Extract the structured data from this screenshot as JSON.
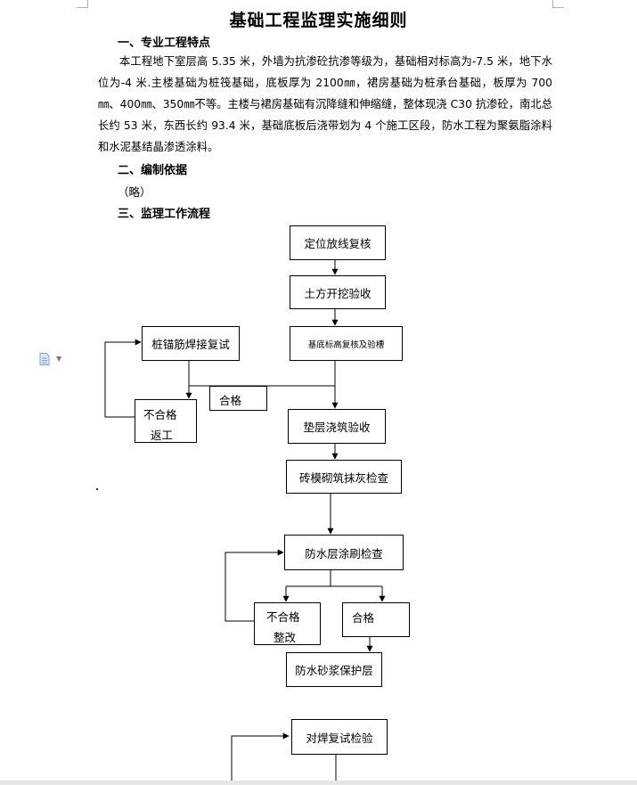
{
  "document": {
    "title": "基础工程监理实施细则",
    "section1": {
      "heading": "一、专业工程特点",
      "body": "本工程地下室层高 5.35 米，外墙为抗渗砼抗渗等级为，基础相对标高为-7.5 米，地下水位为-4 米.主楼基础为桩筏基础，底板厚为 2100㎜，裙房基础为桩承台基础，板厚为 700㎜、400㎜、350㎜不等。主楼与裙房基础有沉降缝和伸缩缝，整体现浇 C30 抗渗砼，南北总长约 53 米，东西长约 93.4 米，基础底板后浇带划为 4 个施工区段，防水工程为聚氨脂涂料和水泥基结晶渗透涂料。"
    },
    "section2": {
      "heading": "二、编制依据",
      "body": "（略）"
    },
    "section3": {
      "heading": "三、监理工作流程"
    }
  },
  "flowchart": {
    "step_position_check": "定位放线复核",
    "step_earthwork": "土方开挖验收",
    "step_base_elevation": "基底标高复核及验槽",
    "step_pile_weld": "桩锚筋焊接复试",
    "step_fail_return_1": "不合格",
    "step_fail_return_2": "返工",
    "step_pass_1": "合格",
    "step_cushion": "垫层浇筑验收",
    "step_brick_mold": "砖模砌筑抹灰检查",
    "step_waterproof_coat": "防水层涂刷检查",
    "step_fail_rectify_1": "不合格",
    "step_fail_rectify_2": "整改",
    "step_pass_2": "合格",
    "step_mortar": "防水砂浆保护层",
    "step_butt_weld": "对焊复试检验"
  },
  "colors": {
    "line": "#000000",
    "page_edge": "#e6e6e6"
  },
  "icons": [
    "document-icon",
    "dropdown-caret-icon"
  ]
}
